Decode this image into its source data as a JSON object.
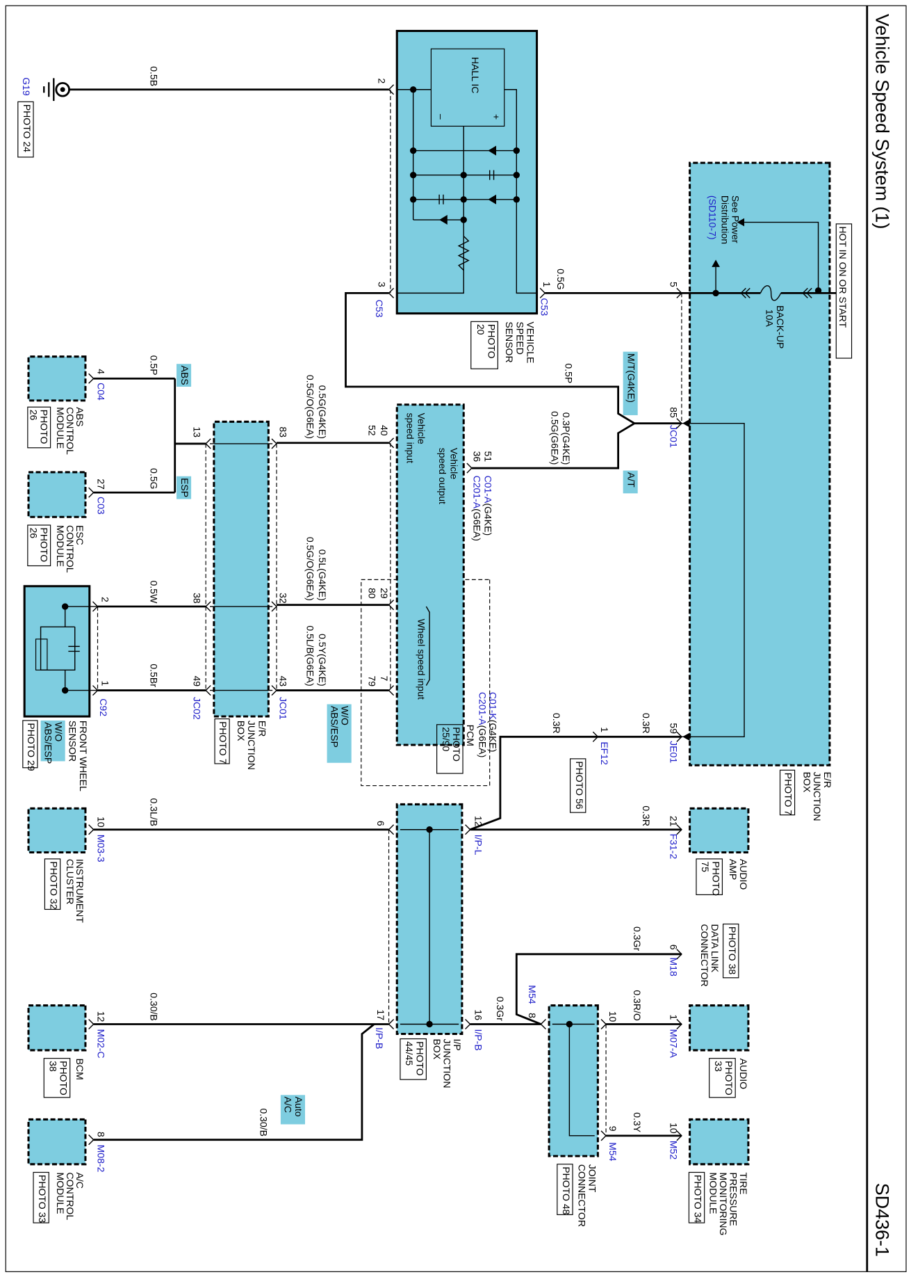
{
  "header": {
    "title": "Vehicle Speed System (1)",
    "code": "SD436-1"
  },
  "colors": {
    "module_fill": "#7ecde0",
    "connector_id": "#1c1cc8",
    "line": "#000000"
  },
  "power": {
    "hot": "HOT IN ON OR START",
    "fuse_name": "BACK-UP",
    "fuse_rating": "10A",
    "note": [
      "See Power",
      "Distribution"
    ],
    "ref": "(SD110-7)"
  },
  "ground": {
    "id": "G19",
    "photo": "PHOTO 24"
  },
  "components": {
    "er_box_upper": {
      "name": [
        "E/R",
        "JUNCTION",
        "BOX"
      ],
      "photo": "PHOTO 7"
    },
    "speed_sensor": {
      "name": [
        "VEHICLE",
        "SPEED",
        "SENSOR"
      ],
      "photo": [
        "PHOTO",
        "20"
      ],
      "ic": "HALL IC",
      "plus": "+",
      "minus": "–"
    },
    "pcm": {
      "name": "PCM",
      "photo": [
        "PHOTO",
        "25/90"
      ],
      "out": [
        "Vehicle",
        "speed output"
      ],
      "in": [
        "Vehicle",
        "speed input"
      ],
      "wheel": "Wheel speed input"
    },
    "er_box_lower": {
      "name": [
        "E/R",
        "JUNCTION",
        "BOX"
      ],
      "photo": "PHOTO 7"
    },
    "abs_module": {
      "name": [
        "ABS",
        "CONTROL",
        "MODULE"
      ],
      "photo": [
        "PHOTO",
        "26"
      ]
    },
    "esc_module": {
      "name": [
        "ESC",
        "CONTROL",
        "MODULE"
      ],
      "photo": [
        "PHOTO",
        "26"
      ]
    },
    "front_wheel_sensor": {
      "name": [
        "FRONT WHEEL",
        "SENSOR"
      ],
      "option": [
        "W/O",
        "ABS/ESP"
      ],
      "photo": "PHOTO 29"
    },
    "audio_amp": {
      "name": [
        "AUDIO",
        "AMP"
      ],
      "photo": [
        "PHOTO",
        "75"
      ]
    },
    "ip_box": {
      "name": [
        "I/P",
        "JUNCTION",
        "BOX"
      ],
      "photo": [
        "PHOTO",
        "44/45"
      ]
    },
    "instrument_cluster": {
      "name": [
        "INSTRUMENT",
        "CLUSTER"
      ],
      "photo": "PHOTO 32"
    },
    "bcm": {
      "name": "BCM",
      "photo": [
        "PHOTO",
        "38"
      ]
    },
    "ac_module": {
      "name": [
        "A/C",
        "CONTROL",
        "MODULE"
      ],
      "photo": "PHOTO 33"
    },
    "data_link": {
      "name": [
        "DATA LINK",
        "CONNECTOR"
      ],
      "photo": "PHOTO 38"
    },
    "audio": {
      "name": "AUDIO",
      "photo": [
        "PHOTO",
        "33"
      ]
    },
    "joint_connector": {
      "name": [
        "JOINT",
        "CONNECTOR"
      ],
      "photo": "PHOTO 48"
    },
    "tpms": {
      "name": [
        "TIRE",
        "PRESSURE",
        "MONITORING",
        "MODULE"
      ],
      "photo": "PHOTO 34"
    },
    "ef12": {
      "photo": "PHOTO 56"
    }
  },
  "connectors": {
    "c53_out": "C53",
    "c53_in": "C53",
    "jc01_upper": "JC01",
    "je01": "JE01",
    "pcm_a": "C01-A",
    "pcm_a_g6": "C201-A",
    "pcm_k": "C01-K",
    "pcm_k_g6": "C201-A",
    "ef12": "EF12",
    "f31": "F31-2",
    "ipl": "I/P-L",
    "ipb_top": "I/P-B",
    "ipb_bot": "I/P-B",
    "jc01_lower": "JC01",
    "jc02": "JC02",
    "c04": "C04",
    "c03": "C03",
    "c92": "C92",
    "m03": "M03-3",
    "m02": "M02-C",
    "m08": "M08-2",
    "m18": "M18",
    "m07": "M07-A",
    "m54_top": "M54",
    "m54_bot": "M54",
    "m52": "M52"
  },
  "engines": {
    "g4ke": "(G4KE)",
    "g6ea": "(G6EA)"
  },
  "options": {
    "mt": "M/T(G4KE)",
    "at": "A/T",
    "abs": "ABS",
    "esp": "ESP",
    "wo_abs": [
      "W/O",
      "ABS/ESP"
    ],
    "auto_ac": [
      "Auto",
      "A/C"
    ]
  },
  "pins": {
    "s2": "2",
    "s1": "1",
    "s3": "3",
    "e5": "5",
    "e85": "85",
    "e59": "59",
    "p51": "51",
    "p36": "36",
    "p40": "40",
    "p52": "52",
    "p29": "29",
    "p80": "80",
    "p7": "7",
    "p79": "79",
    "l83": "83",
    "l32": "32",
    "l43": "43",
    "l13": "13",
    "l38": "38",
    "l49": "49",
    "abs4": "4",
    "esc27": "27",
    "w2": "2",
    "w1": "1",
    "ef1": "1",
    "amp21": "21",
    "ip12": "12",
    "ip16": "16",
    "ip6": "6",
    "ip17": "17",
    "ic10": "10",
    "bcm12": "12",
    "ac8": "8",
    "dl6": "6",
    "au1": "1",
    "tp10": "10",
    "j10": "10",
    "j9": "9",
    "j8": "8"
  },
  "wires": {
    "ground": "0.5B",
    "sensor_pwr": "0.5G",
    "mt": "0.5P",
    "at": [
      "0.3P(G4KE)",
      "0.5G(G6EA)"
    ],
    "vs_in": [
      "0.5G(G4KE)",
      "0.5G/O(G6EA)"
    ],
    "ws1": [
      "0.5L(G4KE)",
      "0.5G/O(G6EA)"
    ],
    "ws2": [
      "0.5Y(G4KE)",
      "0.5L/B(G6EA)"
    ],
    "abs": "0.5P",
    "esp": "0.5G",
    "w": "0.5W",
    "br": "0.5Br",
    "je01_ef12": "0.3R",
    "ef12_ip": "0.3R",
    "amp": "0.3R",
    "cluster": "0.3L/B",
    "bcm": "0.30/B",
    "ac": "0.30/B",
    "dlc": "0.3Gr",
    "ip_joint": "0.3Gr",
    "audio": "0.3R/O",
    "tpms": "0.3Y"
  }
}
